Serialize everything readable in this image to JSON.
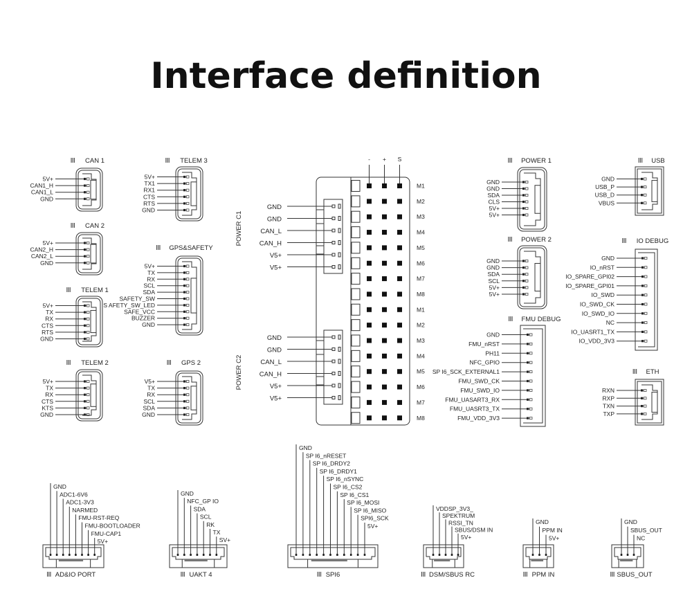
{
  "title": "Interface definition",
  "connectors": {
    "can1": {
      "title": "CAN 1",
      "pins": [
        "5V+",
        "CAN1_H",
        "CAN1_L",
        "GND"
      ]
    },
    "can2": {
      "title": "CAN 2",
      "pins": [
        "5V+",
        "CAN2_H",
        "CAN2_L",
        "GND"
      ]
    },
    "telem1": {
      "title": "TELEM 1",
      "pins": [
        "5V+",
        "TX",
        "RX",
        "CTS",
        "RTS",
        "GND"
      ]
    },
    "telem2": {
      "title": "TELEM 2",
      "pins": [
        "5V+",
        "TX",
        "RX",
        "CTS",
        "KTS",
        "GND"
      ]
    },
    "telem3": {
      "title": "TELEM 3",
      "pins": [
        "5V+",
        "TX1",
        "RX1",
        "CTS",
        "RTS",
        "GND"
      ]
    },
    "gps_safety": {
      "title": "GPS&SAFETY",
      "pins": [
        "5V+",
        "TX",
        "RX",
        "SCL",
        "SDA",
        "SAFETY_SW",
        "S AFETY_SW_LED",
        "SAFE_VCC",
        "BUZZER",
        "GND"
      ]
    },
    "gps2": {
      "title": "GPS 2",
      "pins": [
        "V5+",
        "TX",
        "RX",
        "SCL",
        "SDA",
        "GND"
      ]
    },
    "power1": {
      "title": "POWER 1",
      "pins": [
        "GND",
        "GND",
        "SDA",
        "CLS",
        "5V+",
        "5V+"
      ]
    },
    "power2": {
      "title": "POWER 2",
      "pins": [
        "GND",
        "GND",
        "SDA",
        "SCL",
        "5V+",
        "5V+"
      ]
    },
    "fmu_debug": {
      "title": "FMU DEBUG",
      "pins": [
        "GND",
        "FMU_nRST",
        "PH11",
        "NFC_GPIO",
        "SP I6_SCK_EXTERNAL1",
        "FMU_SWD_CK",
        "FMU_SWD_IO",
        "FMU_UASART3_RX",
        "FMU_UASRT3_TX",
        "FMU_VDD_3V3"
      ]
    },
    "usb": {
      "title": "USB",
      "pins": [
        "GND",
        "USB_P",
        "USB_D",
        "VBUS"
      ]
    },
    "io_debug": {
      "title": "IO DEBUG",
      "pins": [
        "GND",
        "IO_nRST",
        "IO_SPARE_GPI02",
        "IO_SPARE_GPI01",
        "IO_SWD",
        "IO_SWD_CK",
        "IO_SWD_IO",
        "NC",
        "IO_UASRT1_TX",
        "IO_VDD_3V3"
      ]
    },
    "eth": {
      "title": "ETH",
      "pins": [
        "RXN",
        "RXP",
        "TXN",
        "TXP"
      ]
    },
    "power_c1": {
      "title": "POWER C1",
      "pins": [
        "GND",
        "GND",
        "CAN_L",
        "CAN_H",
        "V5+",
        "V5+"
      ]
    },
    "power_c2": {
      "title": "POWER C2",
      "pins": [
        "GND",
        "GND",
        "CAN_L",
        "CAN_H",
        "V5+",
        "V5+"
      ]
    },
    "adio": {
      "title": "AD&IO PORT",
      "pins": [
        "GND",
        "ADC1-6V6",
        "ADC1-3V3",
        "NARMED",
        "FMU-RST-REQ",
        "FMU-BOOTLOADER",
        "FMU-CAP1",
        "5V+"
      ]
    },
    "uakt4": {
      "title": "UAKT 4",
      "pins": [
        "GND",
        "NFC_GP IO",
        "SDA",
        "SCL",
        "RK",
        "TX",
        "SV+"
      ]
    },
    "spi6": {
      "title": "SPI6",
      "pins": [
        "GND",
        "SP I6_nRESET",
        "SP I6_DRDY2",
        "SP I6_DRDY1",
        "SP I6_nSYNC",
        "SP I6_CS2",
        "SP I6_CS1",
        "SP I6_MOSI",
        "SP I6_MISO",
        "SPI6_SCK",
        "5V+"
      ]
    },
    "dsm": {
      "title": "DSM/SBUS RC",
      "pins": [
        "VDDSP_3V3_",
        "SPEKTRUM",
        "RSSI_TN",
        "SBUS/DSM IN",
        "5V+"
      ]
    },
    "ppm": {
      "title": "PPM IN",
      "pins": [
        "GND",
        "PPM IN",
        "5V+"
      ]
    },
    "sbus_out": {
      "title": "SBUS_OUT",
      "pins": [
        "GND",
        "SBUS_OUT",
        "NC"
      ]
    }
  },
  "motor_header": {
    "columns": [
      "-",
      "+",
      "S"
    ],
    "rows": [
      "M1",
      "M2",
      "M3",
      "M4",
      "M5",
      "M6",
      "M7",
      "M8",
      "M1",
      "M2",
      "M3",
      "M4",
      "M5",
      "M6",
      "M7",
      "M8"
    ]
  }
}
